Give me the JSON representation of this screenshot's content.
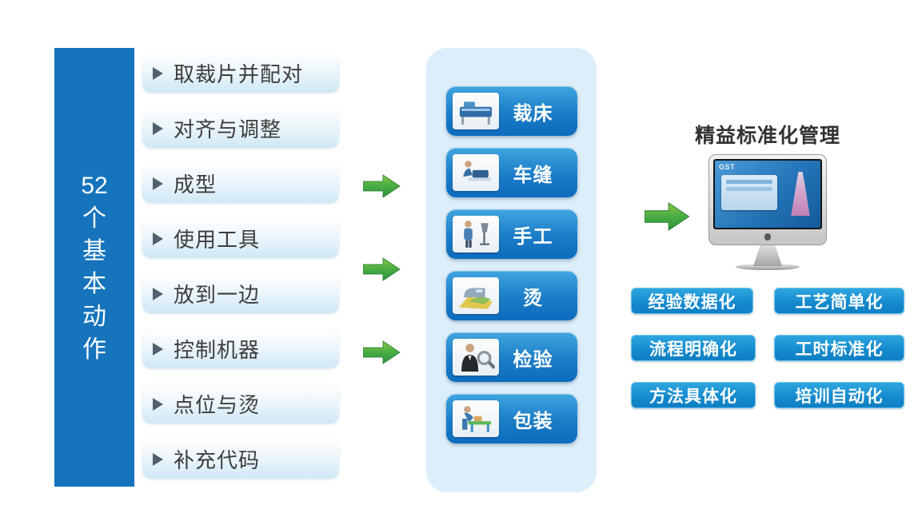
{
  "left_bar": {
    "label": "52个基本动作",
    "chars": [
      "52",
      "个",
      "基",
      "本",
      "动",
      "作"
    ]
  },
  "actions": [
    "取裁片并配对",
    "对齐与调整",
    "成型",
    "使用工具",
    "放到一边",
    "控制机器",
    "点位与烫",
    "补充代码"
  ],
  "processes": [
    {
      "label": "裁床",
      "icon": "cutting-bed-icon"
    },
    {
      "label": "车缝",
      "icon": "sewing-icon"
    },
    {
      "label": "手工",
      "icon": "handwork-icon"
    },
    {
      "label": "烫",
      "icon": "ironing-icon"
    },
    {
      "label": "检验",
      "icon": "inspection-icon"
    },
    {
      "label": "包装",
      "icon": "packaging-icon"
    }
  ],
  "right": {
    "title": "精益标准化管理",
    "screen_label": "GST",
    "benefits": [
      "经验数据化",
      "工艺简单化",
      "流程明确化",
      "工时标准化",
      "方法具体化",
      "培训自动化"
    ]
  },
  "colors": {
    "bar_blue": "#1574bc",
    "process_pill_blue": "#0d6cbe",
    "panel_light_blue": "#dceef9",
    "benefit_blue": "#1489cd",
    "arrow_green": "#3ca63e"
  }
}
